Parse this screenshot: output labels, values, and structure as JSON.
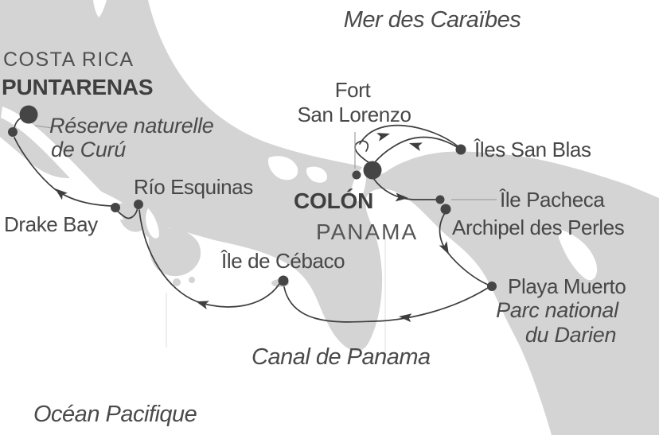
{
  "map_type": "cruise-itinerary-map",
  "colors": {
    "land": "#d4d4d4",
    "sea": "#ffffff",
    "route": "#3e3e3e",
    "dot": "#454545",
    "label": "#474747"
  },
  "sea_labels": {
    "caribbean": "Mer des Caraïbes",
    "pacific": "Océan Pacifique",
    "canal": "Canal de Panama"
  },
  "countries": {
    "costa_rica": "COSTA RICA",
    "panama": "PANAMA"
  },
  "ports": {
    "disembark": "PUNTARENAS",
    "embark": "COLÓN"
  },
  "stops": {
    "curu": {
      "line1": "Réserve naturelle",
      "line2": "de Curú"
    },
    "rio_esquinas": "Río Esquinas",
    "drake_bay": "Drake Bay",
    "fort_san_lorenzo": {
      "line1": "Fort",
      "line2": "San Lorenzo"
    },
    "iles_san_blas": "Îles San Blas",
    "ile_pacheca": "Île Pacheca",
    "archipel_des_perles": "Archipel des Perles",
    "playa_muerto": "Playa Muerto",
    "parc_darien": {
      "line1": "Parc national",
      "line2": "du Darien"
    },
    "ile_de_cebaco": "Île de Cébaco"
  }
}
